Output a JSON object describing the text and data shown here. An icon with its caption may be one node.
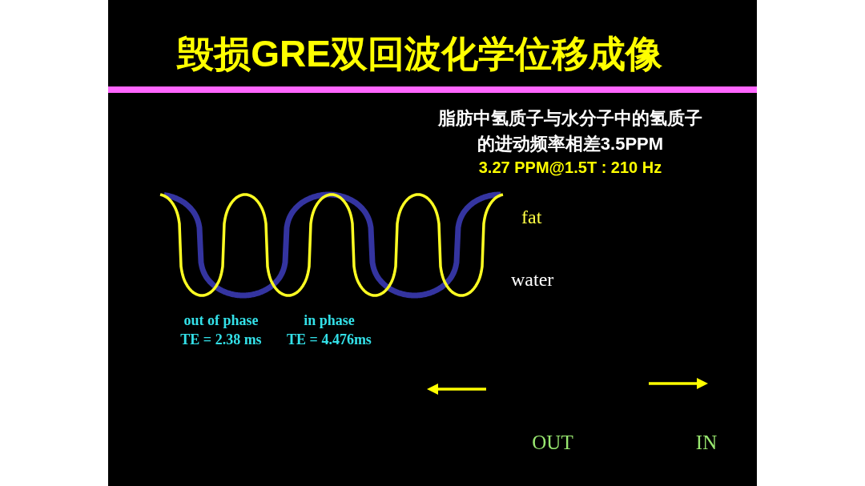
{
  "diagram": {
    "title": "毁损GRE双回波化学位移成像",
    "labels": [
      "脂肪中氢质子与水分子中的氢质子的进动频率相差3.5PPM",
      "3.27 PPM@1.5T : 210 Hz",
      "fat",
      "water",
      "out of phase",
      "in phase",
      "TE = 2.38 ms",
      "TE = 4.476ms",
      "OUT",
      "IN"
    ]
  }
}
